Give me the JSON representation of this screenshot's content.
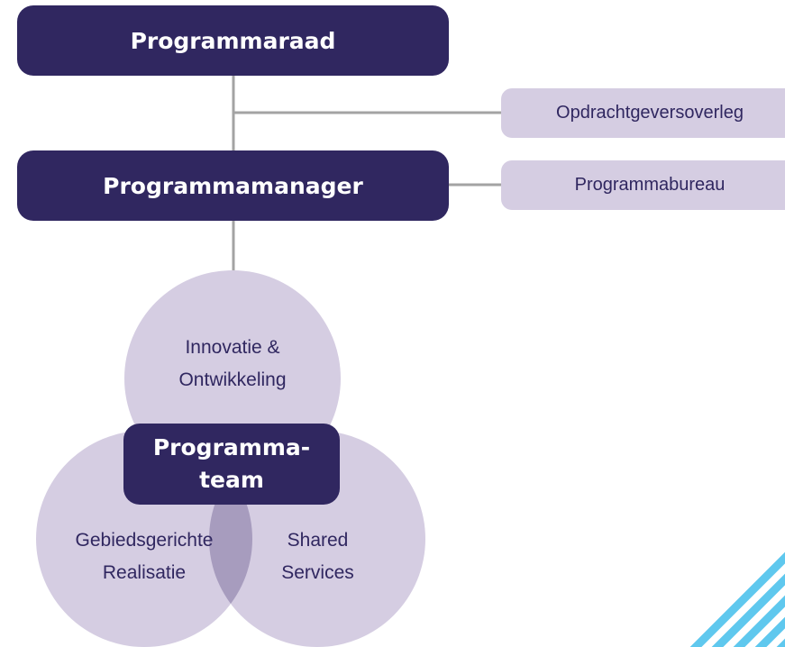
{
  "nodes": {
    "programmaraad": "Programmaraad",
    "programmamanager": "Programmamanager",
    "opdrachtgeversoverleg": "Opdrachtgeversoverleg",
    "programmabureau": "Programmabureau",
    "programmateam": {
      "line1": "Programma-",
      "line2": "team"
    }
  },
  "circles": {
    "innovatie": {
      "line1": "Innovatie &",
      "line2": "Ontwikkeling"
    },
    "gebiedsgericht": {
      "line1": "Gebiedsgerichte",
      "line2": "Realisatie"
    },
    "shared": {
      "line1": "Shared",
      "line2": "Services"
    }
  },
  "colors": {
    "dark_box": "#302760",
    "light_box": "#d5cde2",
    "circle_fill": "#d5cde2",
    "circle_overlap": "#a79cbe",
    "connector": "#a3a3a3",
    "stripe_accent": "#5fc8ee"
  }
}
